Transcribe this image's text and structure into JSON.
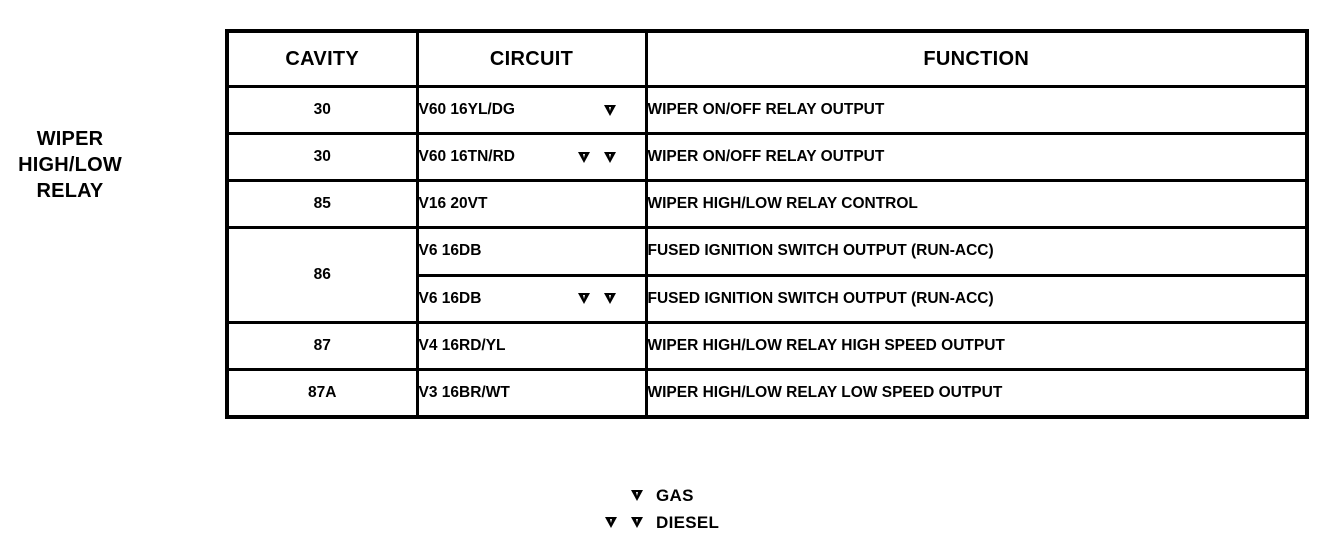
{
  "component": {
    "label": "WIPER\nHIGH/LOW\nRELAY"
  },
  "table": {
    "columns": [
      {
        "key": "cavity",
        "label": "CAVITY"
      },
      {
        "key": "circuit",
        "label": "CIRCUIT"
      },
      {
        "key": "function",
        "label": "FUNCTION"
      }
    ],
    "rows": [
      {
        "cavity": "30",
        "circuit": "V60 16YL/DG",
        "markers": 1,
        "function": "WIPER ON/OFF RELAY OUTPUT"
      },
      {
        "cavity": "30",
        "circuit": "V60 16TN/RD",
        "markers": 2,
        "function": "WIPER ON/OFF RELAY OUTPUT"
      },
      {
        "cavity": "85",
        "circuit": "V16 20VT",
        "markers": 0,
        "function": "WIPER HIGH/LOW RELAY CONTROL"
      },
      {
        "cavity": "86",
        "cavity_rowspan": 2,
        "circuit": "V6 16DB",
        "markers": 0,
        "function": "FUSED IGNITION SWITCH OUTPUT (RUN-ACC)"
      },
      {
        "cavity": null,
        "circuit": "V6 16DB",
        "markers": 2,
        "function": "FUSED IGNITION SWITCH OUTPUT (RUN-ACC)"
      },
      {
        "cavity": "87",
        "circuit": "V4 16RD/YL",
        "markers": 0,
        "function": "WIPER HIGH/LOW RELAY HIGH SPEED OUTPUT"
      },
      {
        "cavity": "87A",
        "circuit": "V3 16BR/WT",
        "markers": 0,
        "function": "WIPER HIGH/LOW RELAY LOW SPEED OUTPUT"
      }
    ]
  },
  "legend": {
    "entries": [
      {
        "markers": 1,
        "label": "GAS"
      },
      {
        "markers": 2,
        "label": "DIESEL"
      }
    ]
  },
  "colors": {
    "ink": "#000000",
    "paper": "#ffffff"
  }
}
